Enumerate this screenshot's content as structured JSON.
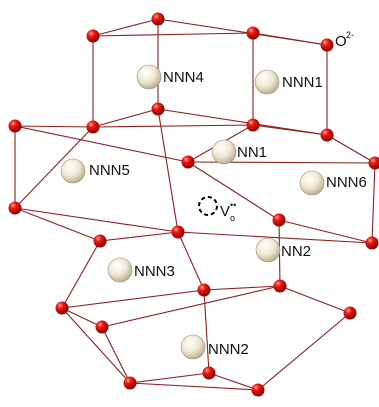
{
  "labels": {
    "oxygen": "O",
    "oxygen_charge": "2-",
    "vacancy": "V",
    "vacancy_sub": "o",
    "vacancy_sup": "••",
    "nn1": "NN1",
    "nn2": "NN2",
    "nnn1": "NNN1",
    "nnn2": "NNN2",
    "nnn3": "NNN3",
    "nnn4": "NNN4",
    "nnn5": "NNN5",
    "nnn6": "NNN6"
  },
  "colors": {
    "oxygen_atom": "#e01010",
    "cation_atom": "#efe7d2",
    "bond": "#8b2020",
    "vacancy_outline": "#000000"
  }
}
